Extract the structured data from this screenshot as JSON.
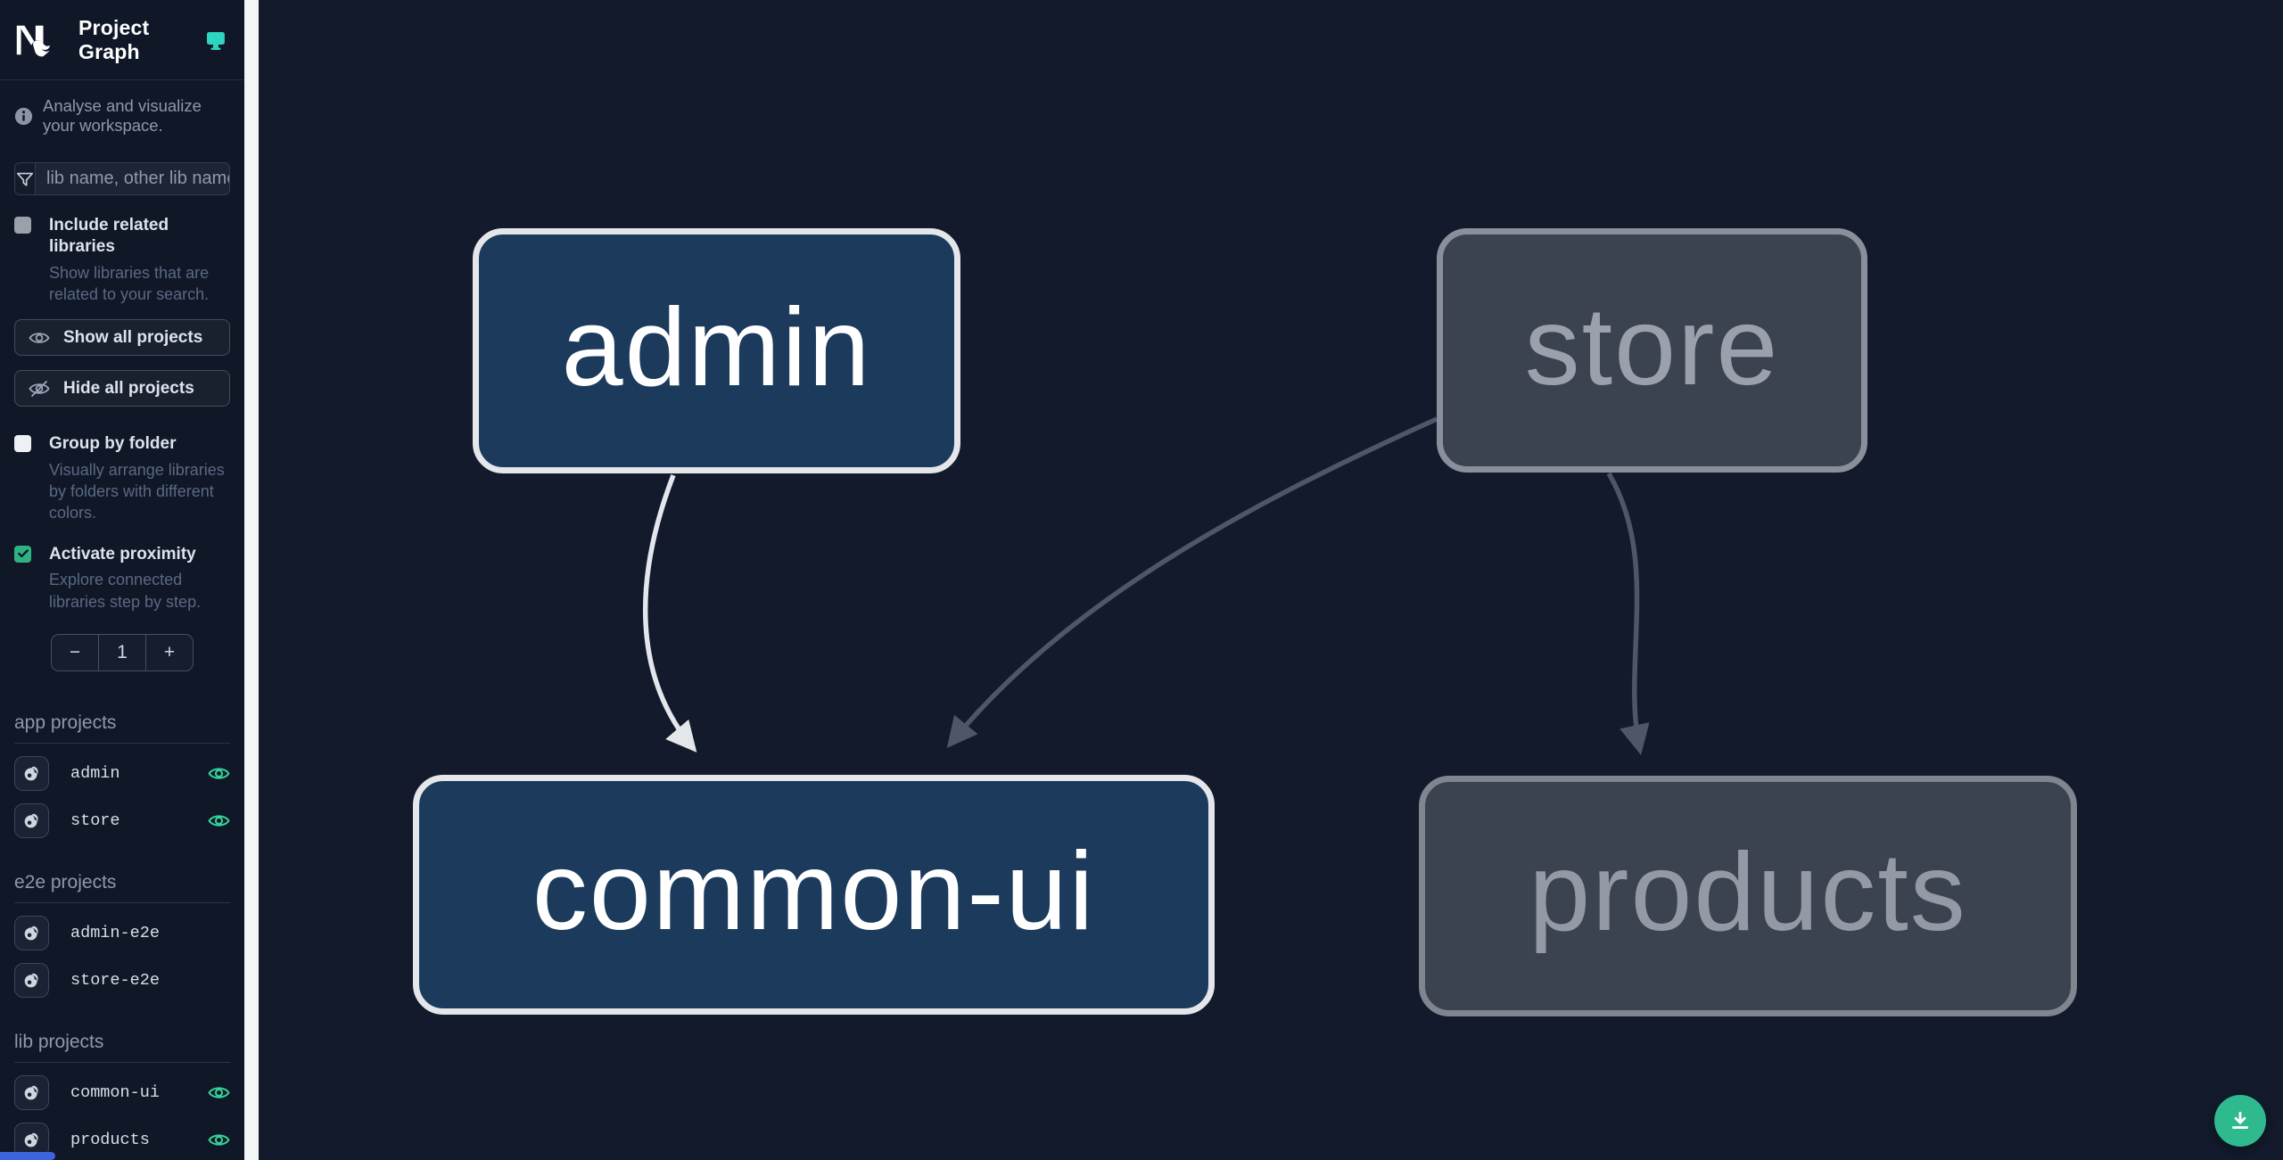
{
  "app": {
    "brand": "Nx",
    "title": "Project Graph"
  },
  "sidebar": {
    "tagline": "Analyse and visualize your workspace.",
    "search": {
      "placeholder": "lib name, other lib name"
    },
    "checkboxes": [
      {
        "label": "Include related libraries",
        "description": "Show libraries that are related to your search.",
        "checked": false
      },
      {
        "label": "Group by folder",
        "description": "Visually arrange libraries by folders with different colors.",
        "checked": false
      },
      {
        "label": "Activate proximity",
        "description": "Explore connected libraries step by step.",
        "checked": true
      }
    ],
    "actions": [
      {
        "label": "Show all projects",
        "icon": "eye-icon"
      },
      {
        "label": "Hide all projects",
        "icon": "eye-off-icon"
      }
    ],
    "proximity": {
      "decrement": "−",
      "value": "1",
      "increment": "+"
    },
    "sections": [
      {
        "heading": "app projects",
        "items": [
          {
            "name": "admin",
            "visible": true
          },
          {
            "name": "store",
            "visible": true
          }
        ]
      },
      {
        "heading": "e2e projects",
        "items": [
          {
            "name": "admin-e2e",
            "visible": false
          },
          {
            "name": "store-e2e",
            "visible": false
          }
        ]
      },
      {
        "heading": "lib projects",
        "items": [
          {
            "name": "common-ui",
            "visible": true
          },
          {
            "name": "products",
            "visible": true
          }
        ]
      }
    ]
  },
  "graph": {
    "nodes": [
      {
        "id": "admin",
        "label": "admin",
        "state": "focused"
      },
      {
        "id": "store",
        "label": "store",
        "state": "muted"
      },
      {
        "id": "common-ui",
        "label": "common-ui",
        "state": "focused"
      },
      {
        "id": "products",
        "label": "products",
        "state": "muted"
      }
    ],
    "edges": [
      {
        "from": "admin",
        "to": "common-ui",
        "state": "highlighted"
      },
      {
        "from": "store",
        "to": "common-ui",
        "state": "muted"
      },
      {
        "from": "store",
        "to": "products",
        "state": "muted"
      }
    ]
  },
  "fab": {
    "name": "download-graph-image"
  },
  "colors": {
    "sidebar_bg": "#101828",
    "canvas_bg": "#121a2b",
    "accent_teal": "#2dd4bf",
    "eye_green": "#34d399",
    "checkbox_checked_green": "#2fb182",
    "fab_green": "#2fb98e",
    "node_focused_fill": "#1b3a5c",
    "node_focused_border": "#e4e6ea",
    "node_muted_fill": "#3b4250",
    "node_muted_border": "#8a909b",
    "edge_highlight": "#e3e6ea",
    "edge_muted": "#4e5765",
    "gutter": "#f3f5f7",
    "hscroll_thumb": "#3d63dd"
  }
}
